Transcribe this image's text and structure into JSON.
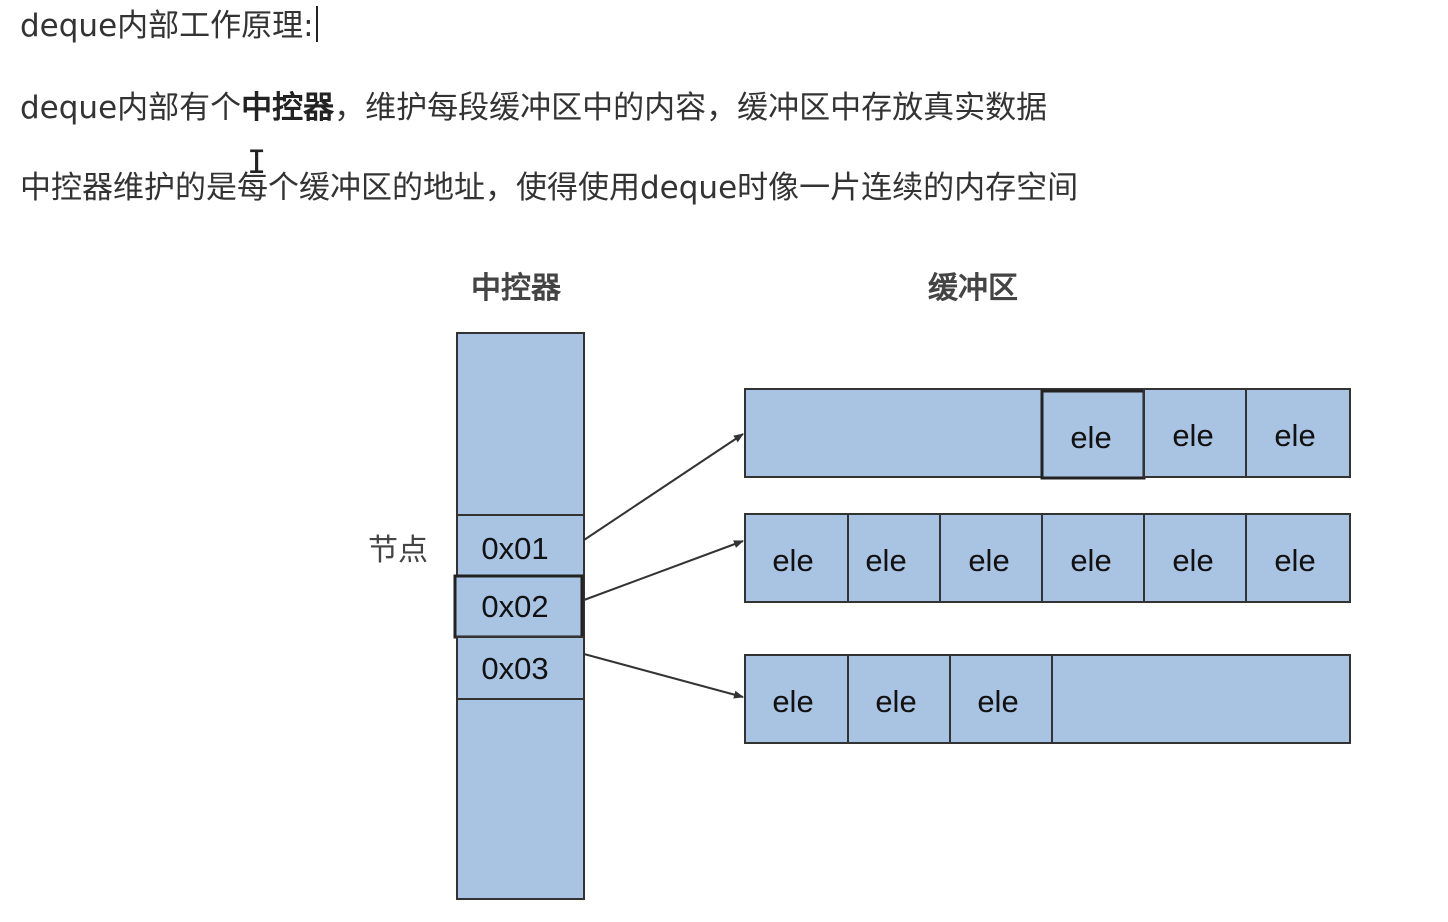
{
  "heading": "deque内部工作原理:",
  "line2": {
    "before": "deque内部有个",
    "bold": "中控器",
    "after": "，维护每段缓冲区中的内容，缓冲区中存放真实数据"
  },
  "line3": "中控器维护的是每个缓冲区的地址，使得使用deque时像一片连续的内存空间",
  "diagram": {
    "controller_title": "中控器",
    "buffer_title": "缓冲区",
    "node_label": "节点",
    "nodes": [
      "0x01",
      "0x02",
      "0x03"
    ],
    "element_label": "ele",
    "fill_color": "#a9c3e3",
    "buffers": [
      {
        "elements": [
          "ele",
          "ele",
          "ele"
        ]
      },
      {
        "elements": [
          "ele",
          "ele",
          "ele",
          "ele",
          "ele",
          "ele"
        ]
      },
      {
        "elements": [
          "ele",
          "ele",
          "ele"
        ]
      }
    ]
  }
}
